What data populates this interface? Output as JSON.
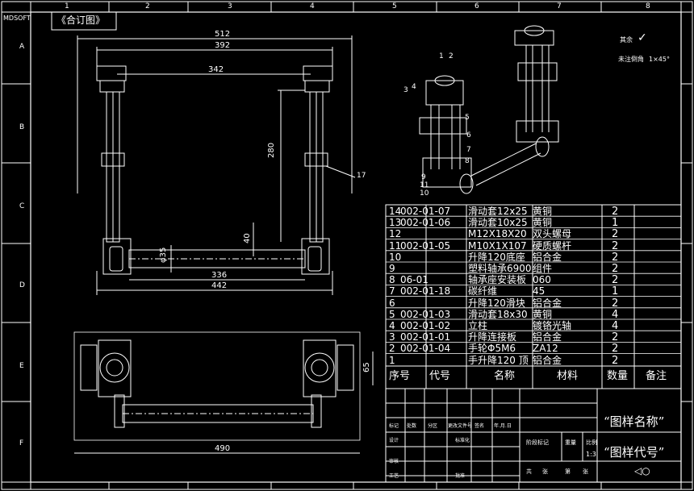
{
  "frame": {
    "brand": "MDSOFT",
    "stamp": "《合订图》",
    "top_cols": [
      "1",
      "2",
      "3",
      "4",
      "5",
      "6",
      "7",
      "8"
    ],
    "side_rows": [
      "A",
      "B",
      "C",
      "D",
      "E",
      "F"
    ]
  },
  "dimensions": {
    "d512": "512",
    "d392": "392",
    "d342": "342",
    "d280": "280",
    "d40": "40",
    "d35": "φ35",
    "d336": "336",
    "d442": "442",
    "d490": "490",
    "d65": "65",
    "callout_17": "17"
  },
  "notes": {
    "roughness_label": "其余",
    "chamfer_label": "未注倒角",
    "chamfer_value": "1×45°"
  },
  "iso_labels": [
    "1",
    "2",
    "3",
    "4",
    "5",
    "6",
    "7",
    "8",
    "9",
    "10",
    "11"
  ],
  "bom": {
    "rows": [
      {
        "no": "14",
        "code": "002-01-07",
        "name": "滑动套12x25",
        "mat": "黄铜",
        "qty": "2"
      },
      {
        "no": "13",
        "code": "002-01-06",
        "name": "滑动套10x25",
        "mat": "黄铜",
        "qty": "1"
      },
      {
        "no": "12",
        "code": "",
        "name": "M12X18X20",
        "mat": "双头螺母",
        "qty": "2"
      },
      {
        "no": "11",
        "code": "002-01-05",
        "name": "M10X1X107",
        "mat": "硬质螺杆",
        "qty": "2"
      },
      {
        "no": "10",
        "code": "",
        "name": "升降120底座",
        "mat": "铝合金",
        "qty": "2"
      },
      {
        "no": "9",
        "code": "",
        "name": "塑料轴承6900",
        "mat": "组件",
        "qty": "2"
      },
      {
        "no": "8",
        "code": "06-01",
        "name": "轴承座安装板",
        "mat": "060",
        "qty": "2"
      },
      {
        "no": "7",
        "code": "002-01-18",
        "name": "碳纤维",
        "mat": "45",
        "qty": "1"
      },
      {
        "no": "6",
        "code": "",
        "name": "升降120滑块",
        "mat": "铝合金",
        "qty": "2"
      },
      {
        "no": "5",
        "code": "002-01-03",
        "name": "滑动套18x30",
        "mat": "黄铜",
        "qty": "4"
      },
      {
        "no": "4",
        "code": "002-01-02",
        "name": "立柱",
        "mat": "镀铬光轴",
        "qty": "4"
      },
      {
        "no": "3",
        "code": "002-01-01",
        "name": "升降连接板",
        "mat": "铝合金",
        "qty": "2"
      },
      {
        "no": "2",
        "code": "002-01-04",
        "name": "手轮Φ5M6",
        "mat": "ZA12",
        "qty": "2"
      },
      {
        "no": "1",
        "code": "",
        "name": "手升降120 顶",
        "mat": "铝合金",
        "qty": "2"
      }
    ],
    "header": {
      "no": "序号",
      "code": "代号",
      "name": "名称",
      "mat": "材料",
      "qty": "数量",
      "remark": "备注"
    }
  },
  "title_block": {
    "drawing_name": "“图样名称”",
    "drawing_code": "“图样代号”",
    "scale": "1:3",
    "cells": {
      "mark": "标记",
      "count": "处数",
      "zone": "分区",
      "change_doc": "更改文件号",
      "sign": "签名",
      "date": "年.月.日",
      "design": "设计",
      "standard": "标准化",
      "check": "审核",
      "process": "工艺",
      "approve": "批准",
      "stage_mark": "阶段标记",
      "weight": "重量",
      "ratio": "比例",
      "total": "共",
      "sheet": "张",
      "page": "第",
      "page2": "张"
    }
  }
}
